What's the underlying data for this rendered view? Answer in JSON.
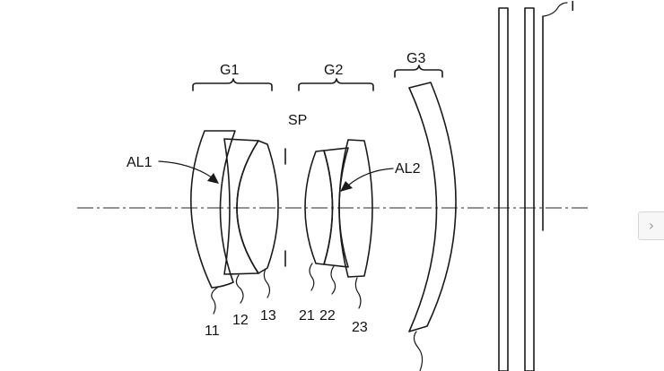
{
  "groups": {
    "g1": "G1",
    "g2": "G2",
    "g3": "G3"
  },
  "labels": {
    "stop": "SP",
    "aspheric1": "AL1",
    "aspheric2": "AL2",
    "image_plane": "I"
  },
  "elements": {
    "e11": "11",
    "e12": "12",
    "e13": "13",
    "e21": "21",
    "e22": "22",
    "e23": "23"
  },
  "nav": {
    "next_icon": "chevron-right-icon",
    "next_glyph": "›"
  }
}
